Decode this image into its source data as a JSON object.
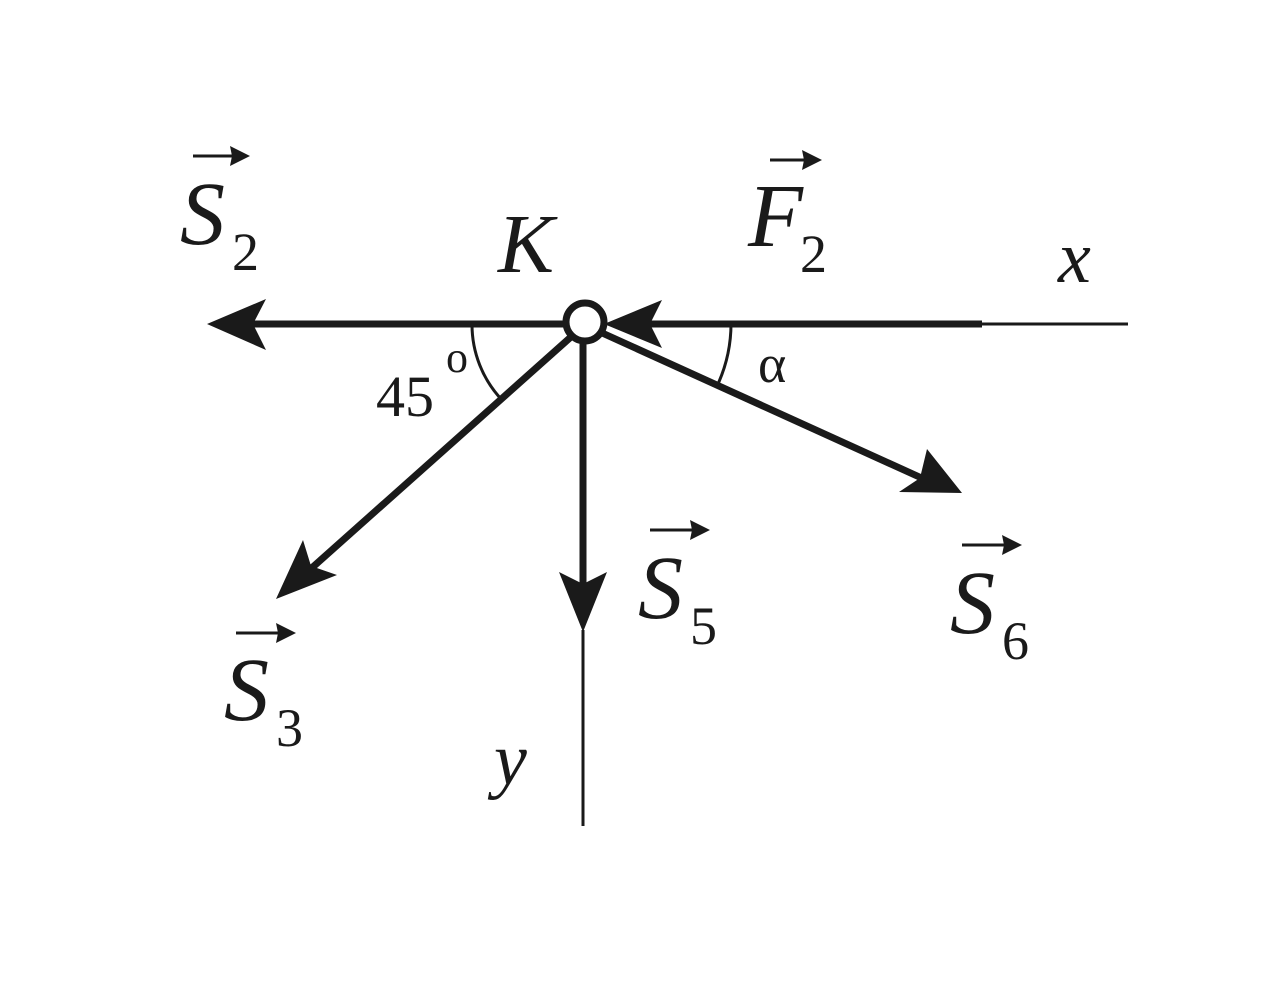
{
  "node": {
    "label": "K"
  },
  "axes": {
    "x_label": "x",
    "y_label": "y"
  },
  "vectors": {
    "s2": {
      "symbol": "S",
      "subscript": "2"
    },
    "f2": {
      "symbol": "F",
      "subscript": "2"
    },
    "s3": {
      "symbol": "S",
      "subscript": "3"
    },
    "s5": {
      "symbol": "S",
      "subscript": "5"
    },
    "s6": {
      "symbol": "S",
      "subscript": "6"
    }
  },
  "angles": {
    "left_value": "45",
    "left_degree": "o",
    "right_symbol": "α"
  },
  "colors": {
    "ink": "#1a1a1a",
    "background": "#ffffff"
  }
}
